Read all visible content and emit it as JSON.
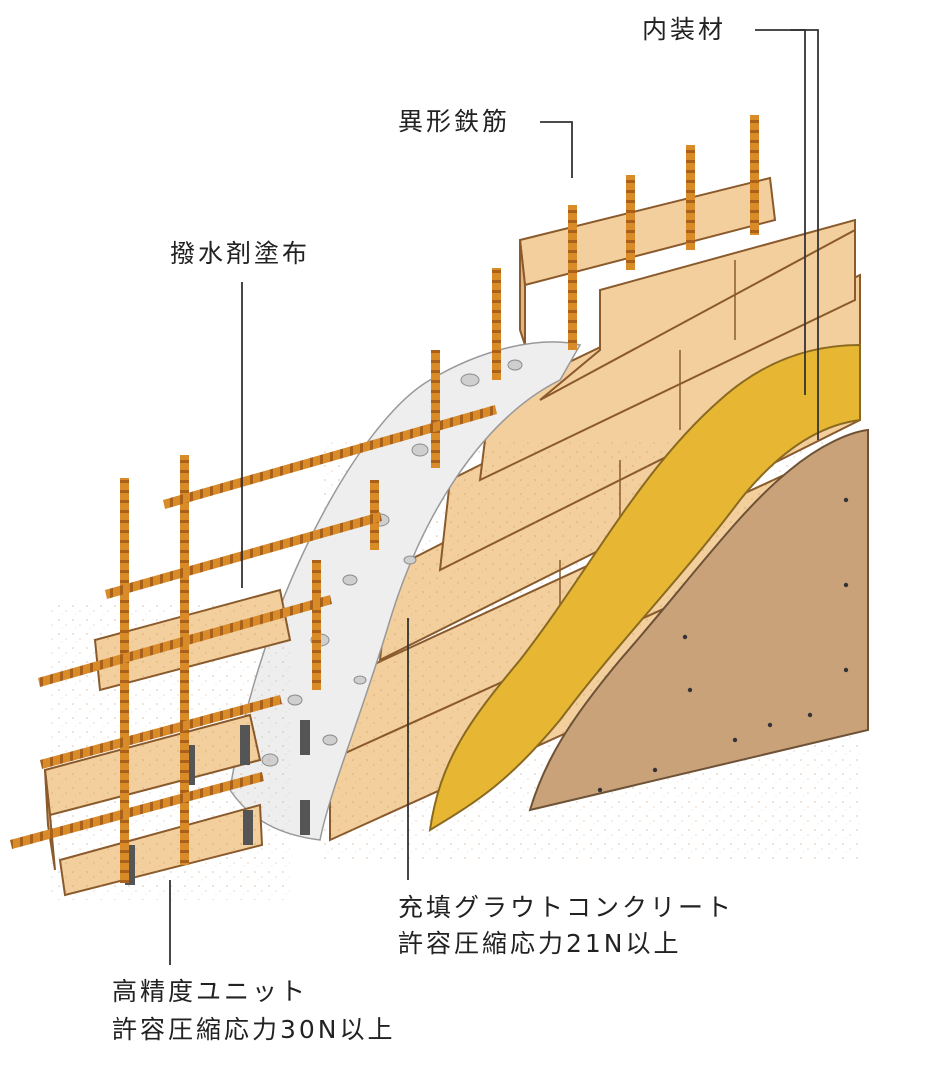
{
  "labels": {
    "interior_material": "内装材",
    "deformed_rebar": "異形鉄筋",
    "water_repellent": "撥水剤塗布",
    "grout_line1": "充填グラウトコンクリート",
    "grout_line2": "許容圧縮応力21N以上",
    "unit_line1": "高精度ユニット",
    "unit_line2": "許容圧縮応力30N以上"
  },
  "colors": {
    "block": "#f2cf9c",
    "block_side": "#e3b57c",
    "block_outline": "#8a5a2c",
    "rebar": "#d98b27",
    "grout": "#eeeeee",
    "insulation": "#e7b632",
    "interior_board": "#c9a27a",
    "leader_line": "#333333"
  }
}
